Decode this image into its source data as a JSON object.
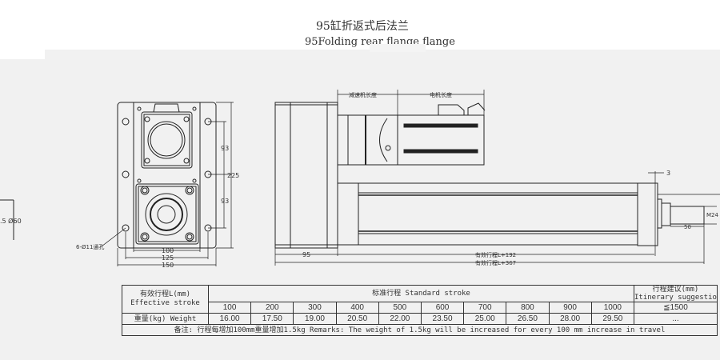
{
  "title": {
    "cn": "95缸折返式后法兰",
    "en": "95Folding rear flange flange"
  },
  "front_view": {
    "dims": {
      "d93_top": "93",
      "d93_bottom": "93",
      "d225": "225",
      "d100": "100",
      "d125": "125",
      "d150": "150"
    },
    "hole_label": "6-Ø11通孔"
  },
  "left_partial": {
    "label": ".5 Ø60"
  },
  "side_view": {
    "reducer_length": "减速机长度",
    "motor_length": "电机长度",
    "d95": "95",
    "d3": "3",
    "d50": "50",
    "thread": "M24",
    "len1": "有效行程L+192",
    "len2": "有效行程L+367"
  },
  "table": {
    "col1_cn": "有效行程L(mm)",
    "col1_en": "Effective stroke",
    "std_header": "标准行程  Standard stroke",
    "sugg_cn": "行程建议(mm)",
    "sugg_en": "Itinerary suggestion",
    "strokes": [
      "100",
      "200",
      "300",
      "400",
      "500",
      "600",
      "700",
      "800",
      "900",
      "1000"
    ],
    "suggestion": "≦1500",
    "weight_label": "重量(kg) Weight",
    "weights": [
      "16.00",
      "17.50",
      "19.00",
      "20.50",
      "22.00",
      "23.50",
      "25.00",
      "26.50",
      "28.00",
      "29.50"
    ],
    "weight_more": "...",
    "remark": "备注: 行程每增加100mm重量增加1.5kg   Remarks: The weight of 1.5kg will be increased for every 100 mm increase in travel"
  }
}
